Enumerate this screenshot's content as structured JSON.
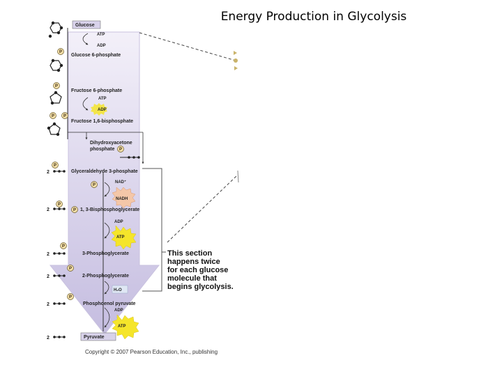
{
  "title": "Energy Production in Glycolysis",
  "steps": {
    "glucose": "Glucose",
    "g6p": "Glucose 6-phosphate",
    "f6p": "Fructose 6-phosphate",
    "f16bp": "Fructose 1,6-bisphosphate",
    "dhap_1": "Dihydroxyacetone",
    "dhap_2": "phosphate",
    "g3p": "Glyceraldehyde 3-phosphate",
    "bpg13": "1, 3-Bisphosphoglycerate",
    "pg3": "3-Phosphoglycerate",
    "pg2": "2-Phosphoglycerate",
    "pep": "Phosphoenol pyruvate",
    "pyruvate": "Pyruvate"
  },
  "cofactors": {
    "atp": "ATP",
    "adp": "ADP",
    "nad": "NAD⁺",
    "nadh": "NADH",
    "h2o": "H₂O"
  },
  "phosphate_label": "P",
  "multiplier": "2",
  "note_lines": [
    "This section",
    "happens twice",
    "for each glucose",
    "molecule that",
    "begins glycolysis."
  ],
  "copyright": "Copyright © 2007 Pearson Education, Inc., publishing",
  "colors": {
    "arrow_light": "#ece8f6",
    "arrow_dark": "#c8c0e0",
    "starburst": "#f5e52a",
    "nadh_burst": "#f4c7a8",
    "phosphate": "#f3dfa8"
  }
}
